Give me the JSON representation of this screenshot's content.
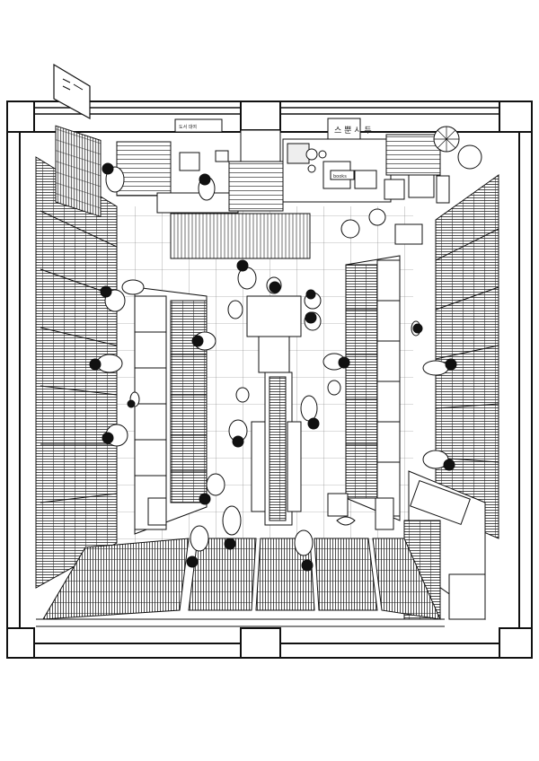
{
  "image": {
    "style": "black-and-white line drawing",
    "view": "top-down cutaway"
  },
  "signs": {
    "door_sign": "도서 대여",
    "poster_text": "스 뿐 시 두",
    "box_label": "books"
  },
  "colors": {
    "ink": "#111111",
    "paper": "#ffffff",
    "shade": "#e6e6e6"
  }
}
